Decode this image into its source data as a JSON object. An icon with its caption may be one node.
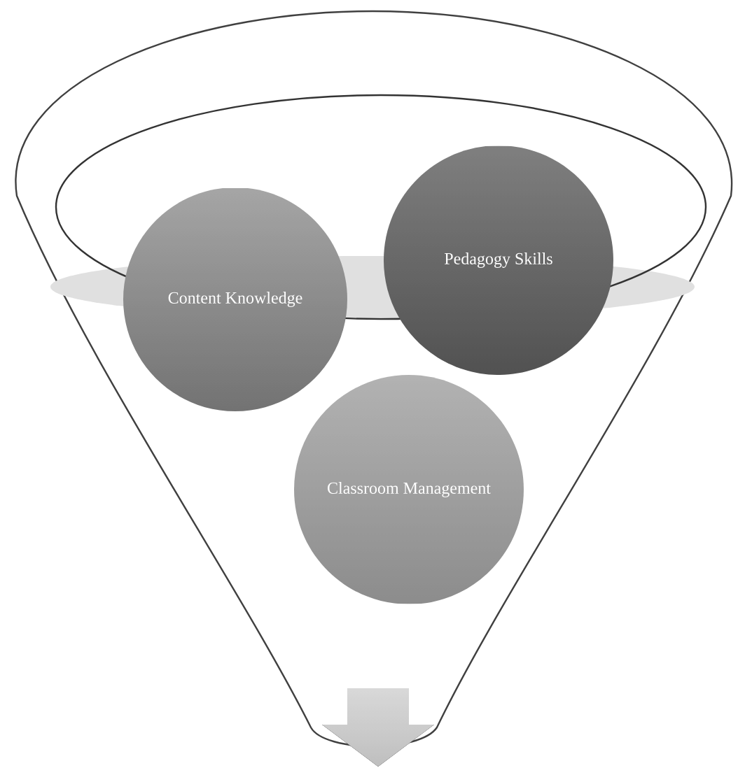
{
  "diagram": {
    "nodes": [
      {
        "text": [
          "Content Knowledge"
        ]
      },
      {
        "text": [
          "Pedagogy Skills"
        ]
      },
      {
        "text": [
          "Classroom Management"
        ]
      }
    ]
  }
}
